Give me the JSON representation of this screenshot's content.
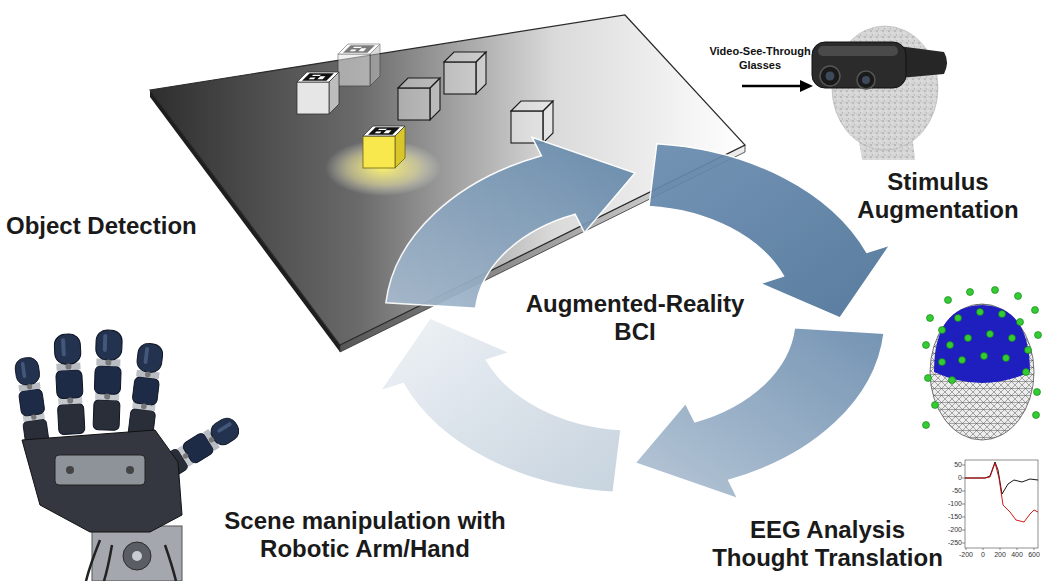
{
  "diagram": {
    "labels": [
      "Video-See-Through Glasses",
      "Object Detection",
      "Stimulus Augmentation",
      "Augmented-Reality BCI",
      "50",
      "0",
      "-50",
      "-100",
      "-150",
      "-200",
      "-250",
      "-200",
      "0",
      "200",
      "400",
      "600",
      "Scene manipulation with Robotic Arm/Hand",
      "EEG Analysis Thought Translation"
    ]
  }
}
